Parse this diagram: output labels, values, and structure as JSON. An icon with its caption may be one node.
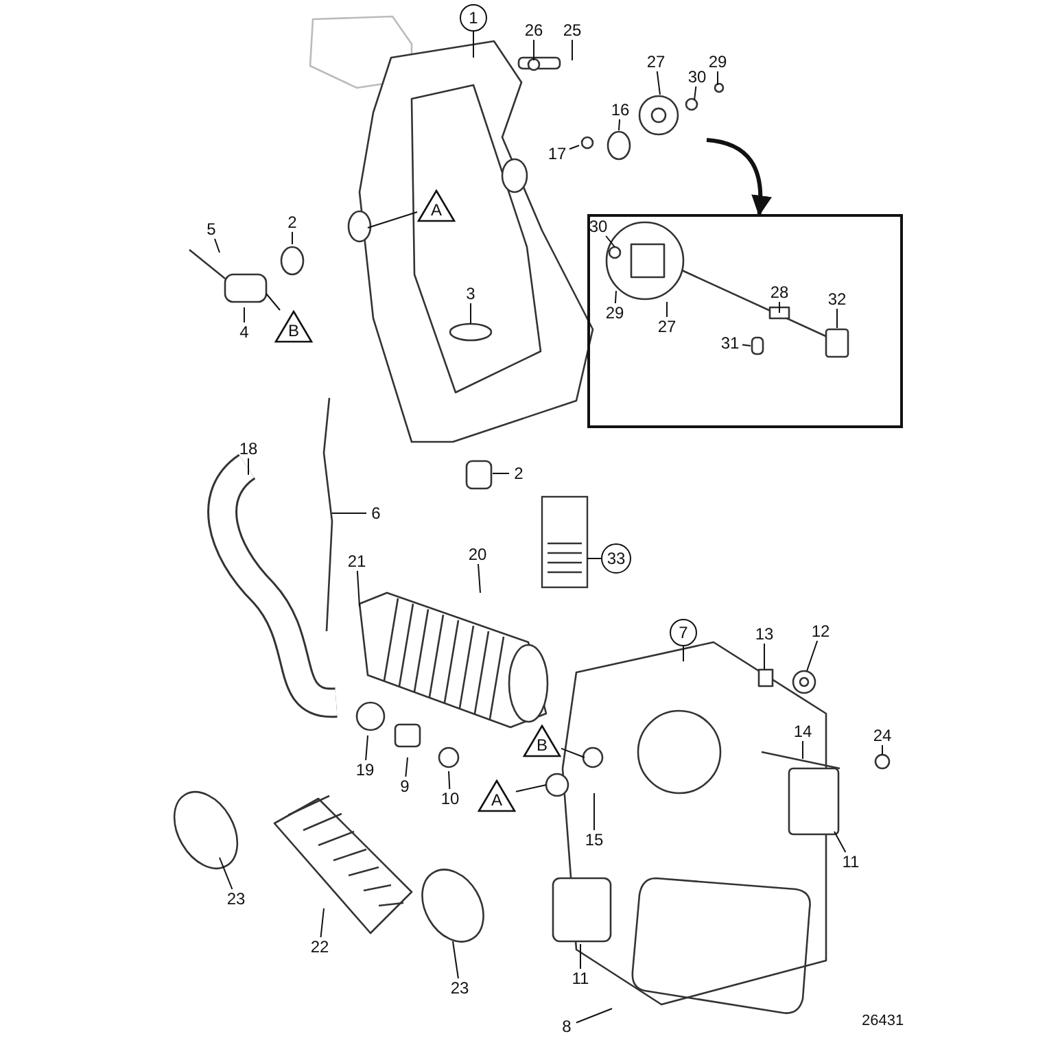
{
  "diagram": {
    "nodes": [
      {
        "text": [
          "1"
        ]
      },
      {
        "text": [
          "26"
        ]
      },
      {
        "text": [
          "25"
        ]
      },
      {
        "text": [
          "27"
        ]
      },
      {
        "text": [
          "29"
        ]
      },
      {
        "text": [
          "30"
        ]
      },
      {
        "text": [
          "16"
        ]
      },
      {
        "text": [
          "17"
        ]
      },
      {
        "text": [],
        "shape": "box"
      },
      {
        "text": [
          "30"
        ],
        "in": 8
      },
      {
        "text": [
          "29"
        ],
        "in": 8
      },
      {
        "text": [
          "28"
        ],
        "in": 8
      },
      {
        "text": [
          "27"
        ],
        "in": 8
      },
      {
        "text": [
          "32"
        ],
        "in": 8
      },
      {
        "text": [
          "31"
        ],
        "in": 8
      },
      {
        "text": [
          "A"
        ]
      },
      {
        "text": [
          "2"
        ]
      },
      {
        "text": [
          "5"
        ]
      },
      {
        "text": [
          "3"
        ]
      },
      {
        "text": [
          "B"
        ]
      },
      {
        "text": [
          "4"
        ]
      },
      {
        "text": [
          "18"
        ]
      },
      {
        "text": [
          "2"
        ]
      },
      {
        "text": [
          "6"
        ]
      },
      {
        "text": [
          "33"
        ]
      },
      {
        "text": [
          "21"
        ]
      },
      {
        "text": [
          "20"
        ]
      },
      {
        "text": [
          "7"
        ]
      },
      {
        "text": [
          "13"
        ]
      },
      {
        "text": [
          "12"
        ]
      },
      {
        "text": [
          "14"
        ]
      },
      {
        "text": [
          "24"
        ]
      },
      {
        "text": [
          "B"
        ]
      },
      {
        "text": [
          "19"
        ]
      },
      {
        "text": [
          "9"
        ]
      },
      {
        "text": [
          "10"
        ]
      },
      {
        "text": [
          "A"
        ]
      },
      {
        "text": [
          "15"
        ]
      },
      {
        "text": [
          "11"
        ]
      },
      {
        "text": [
          "23"
        ]
      },
      {
        "text": [
          "22"
        ]
      },
      {
        "text": [
          "23"
        ]
      },
      {
        "text": [
          "11"
        ]
      },
      {
        "text": [
          "8"
        ]
      }
    ],
    "edges": [
      {
        "from": 0,
        "to": null,
        "arrow": "none"
      },
      {
        "from": 1,
        "to": null,
        "arrow": "none"
      },
      {
        "from": 2,
        "to": null,
        "arrow": "none"
      },
      {
        "from": 3,
        "to": null,
        "arrow": "none"
      },
      {
        "from": 4,
        "to": null,
        "arrow": "none"
      },
      {
        "from": 5,
        "to": null,
        "arrow": "none"
      },
      {
        "from": 6,
        "to": null,
        "arrow": "none"
      },
      {
        "from": 7,
        "to": null,
        "arrow": "none"
      },
      {
        "from": null,
        "to": 8,
        "arrow": "to",
        "style": "thick"
      },
      {
        "from": 9,
        "to": null,
        "arrow": "none"
      },
      {
        "from": 10,
        "to": null,
        "arrow": "none"
      },
      {
        "from": 11,
        "to": null,
        "arrow": "none"
      },
      {
        "from": 12,
        "to": null,
        "arrow": "none"
      },
      {
        "from": 13,
        "to": null,
        "arrow": "none"
      },
      {
        "from": 14,
        "to": null,
        "arrow": "none"
      },
      {
        "from": 15,
        "to": null,
        "arrow": "none"
      },
      {
        "from": 16,
        "to": null,
        "arrow": "none"
      },
      {
        "from": 17,
        "to": null,
        "arrow": "none"
      },
      {
        "from": 18,
        "to": null,
        "arrow": "none"
      },
      {
        "from": 19,
        "to": null,
        "arrow": "none"
      },
      {
        "from": 20,
        "to": null,
        "arrow": "none"
      },
      {
        "from": 21,
        "to": null,
        "arrow": "none"
      },
      {
        "from": 22,
        "to": null,
        "arrow": "none"
      },
      {
        "from": 23,
        "to": null,
        "arrow": "none"
      },
      {
        "from": 24,
        "to": null,
        "arrow": "none"
      },
      {
        "from": 25,
        "to": null,
        "arrow": "none"
      },
      {
        "from": 26,
        "to": null,
        "arrow": "none"
      },
      {
        "from": 27,
        "to": null,
        "arrow": "none"
      },
      {
        "from": 28,
        "to": null,
        "arrow": "none"
      },
      {
        "from": 29,
        "to": null,
        "arrow": "none"
      },
      {
        "from": 30,
        "to": null,
        "arrow": "none"
      },
      {
        "from": 31,
        "to": null,
        "arrow": "none"
      },
      {
        "from": 32,
        "to": null,
        "arrow": "none"
      },
      {
        "from": 33,
        "to": null,
        "arrow": "none"
      },
      {
        "from": 34,
        "to": null,
        "arrow": "none"
      },
      {
        "from": 35,
        "to": null,
        "arrow": "none"
      },
      {
        "from": 36,
        "to": null,
        "arrow": "none"
      },
      {
        "from": 37,
        "to": null,
        "arrow": "none"
      },
      {
        "from": 38,
        "to": null,
        "arrow": "none"
      },
      {
        "from": 39,
        "to": null,
        "arrow": "none"
      },
      {
        "from": 40,
        "to": null,
        "arrow": "none"
      },
      {
        "from": 41,
        "to": null,
        "arrow": "none"
      },
      {
        "from": 42,
        "to": null,
        "arrow": "none"
      },
      {
        "from": 43,
        "to": null,
        "arrow": "none"
      }
    ],
    "labels": [
      "26431"
    ]
  }
}
